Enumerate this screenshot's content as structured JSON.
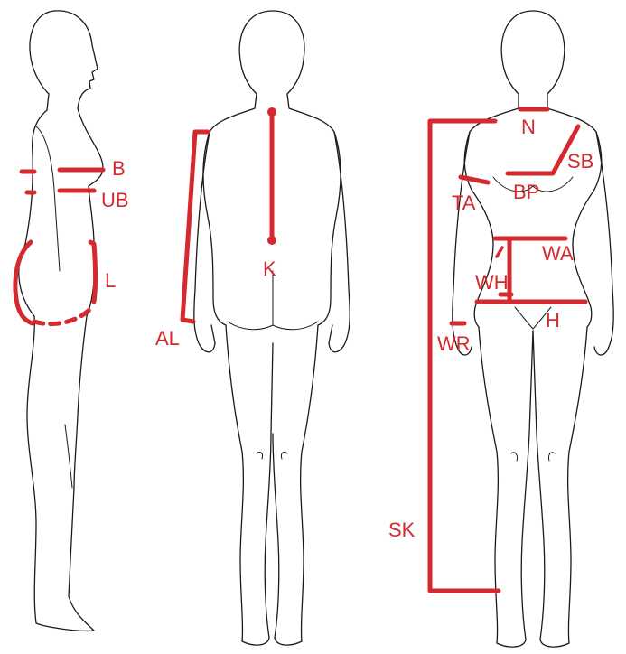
{
  "accent_color": "#d42a2f",
  "outline_color": "#1a1a1a",
  "figures": [
    "side-view",
    "back-view",
    "front-view"
  ],
  "labels": {
    "bust": "B",
    "underbust": "UB",
    "hip_curve": "L",
    "arm_length": "AL",
    "back_length": "K",
    "neck": "N",
    "shoulder": "SB",
    "upper_arm": "TA",
    "bust_point": "BP",
    "waist": "WA",
    "waist_to_hip": "WH",
    "hip": "H",
    "wrist": "WR",
    "skirt_length": "SK"
  }
}
